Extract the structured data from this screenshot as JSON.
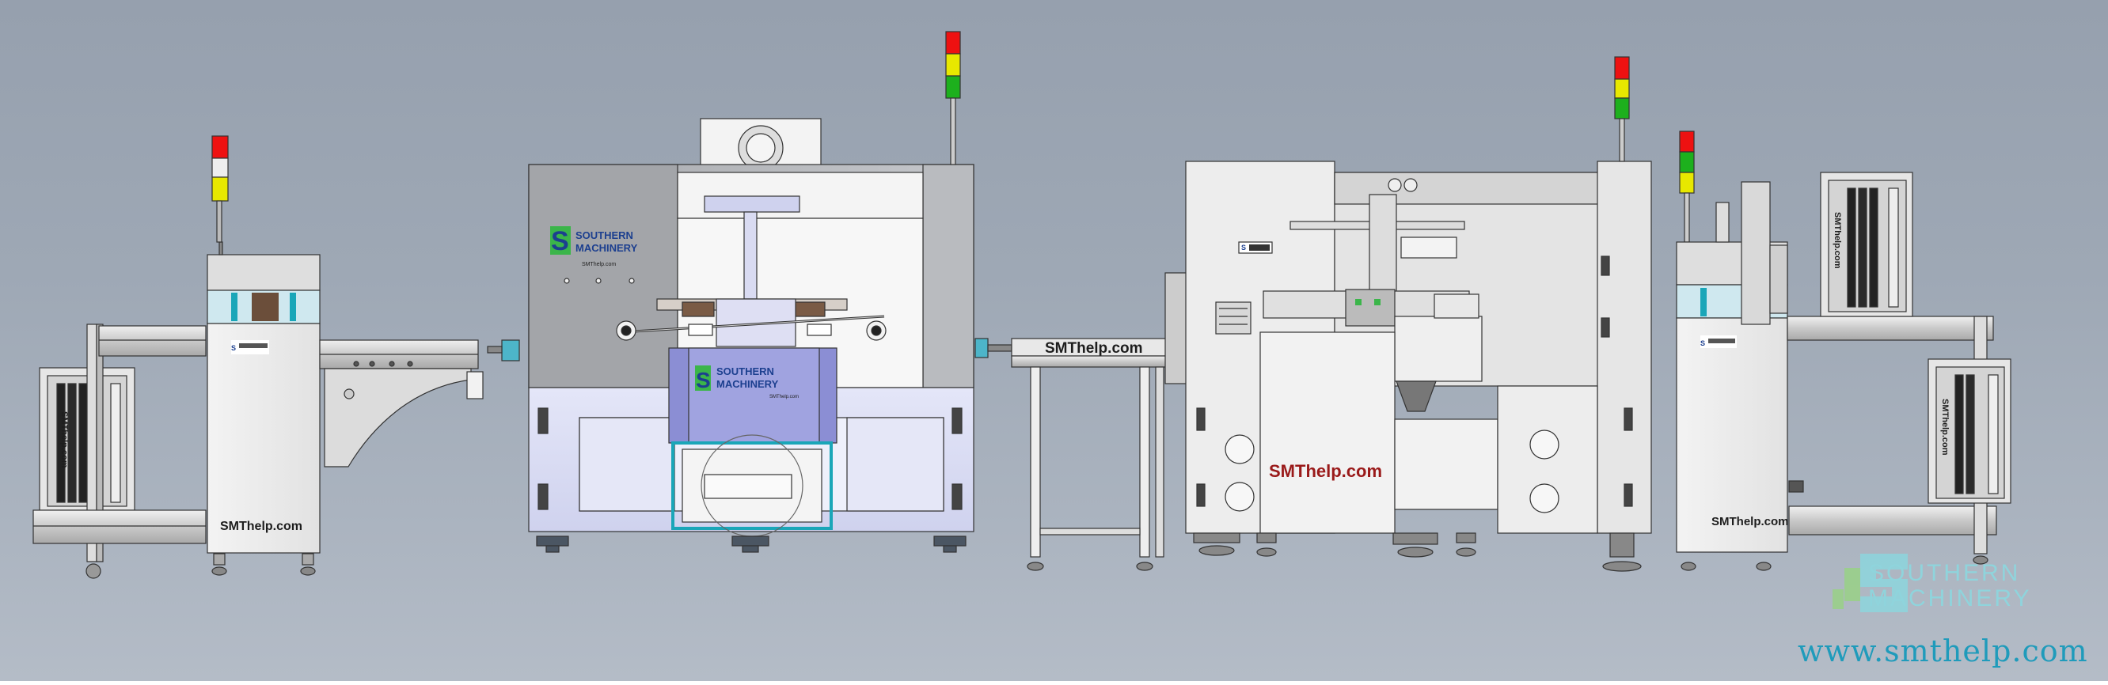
{
  "brand": {
    "name_line1": "SOUTHERN",
    "name_line2": "MACHINERY",
    "small_site": "SMThelp.com",
    "url": "www.smthelp.com",
    "colors": {
      "cyan": "#3aaed0",
      "green": "#3bb54a",
      "navy": "#1c3f8f",
      "red": "#a51c1c"
    }
  },
  "machines": {
    "loader": {
      "label": "SMThelp.com",
      "side_label": "SMThelp.com"
    },
    "printer": {
      "brand_line1": "SOUTHERN",
      "brand_line2": "MACHINERY",
      "site": "SMThelp.com"
    },
    "conveyor": {
      "label": "SMThelp.com"
    },
    "mounter": {
      "label": "SMThelp.com"
    },
    "unloader": {
      "label": "SMThelp.com",
      "side_label": "SMThelp.com"
    }
  }
}
